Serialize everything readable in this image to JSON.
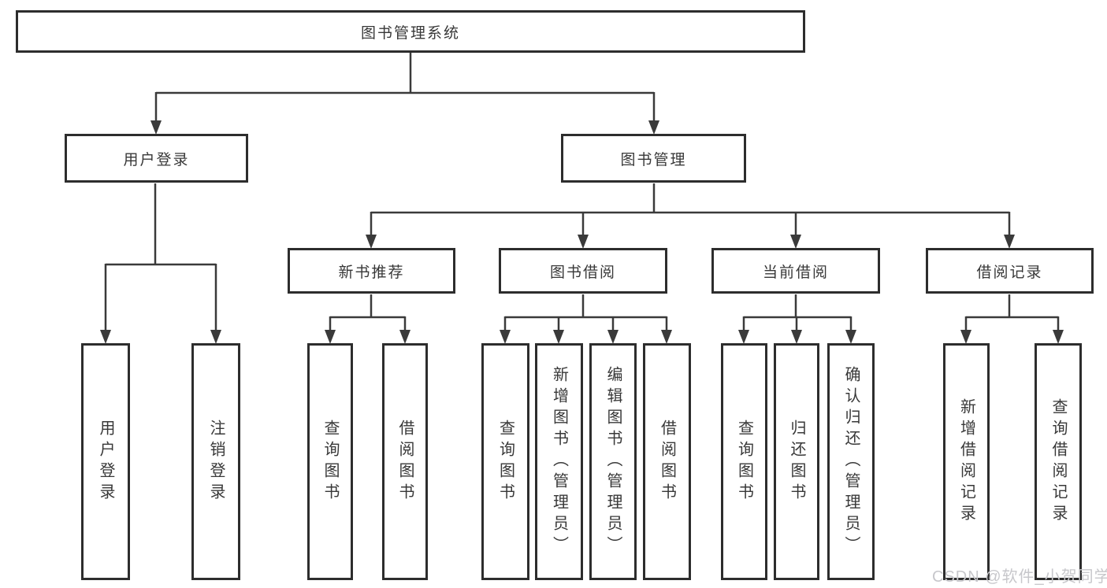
{
  "tree": {
    "root": {
      "label": "图书管理系统",
      "children": [
        {
          "label": "用户登录",
          "children": [
            {
              "label": "用户登录"
            },
            {
              "label": "注销登录"
            }
          ]
        },
        {
          "label": "图书管理",
          "children": [
            {
              "label": "新书推荐",
              "children": [
                {
                  "label": "查询图书"
                },
                {
                  "label": "借阅图书"
                }
              ]
            },
            {
              "label": "图书借阅",
              "children": [
                {
                  "label": "查询图书"
                },
                {
                  "label": "新增图书（管理员）"
                },
                {
                  "label": "编辑图书（管理员）"
                },
                {
                  "label": "借阅图书"
                }
              ]
            },
            {
              "label": "当前借阅",
              "children": [
                {
                  "label": "查询图书"
                },
                {
                  "label": "归还图书"
                },
                {
                  "label": "确认归还（管理员）"
                }
              ]
            },
            {
              "label": "借阅记录",
              "children": [
                {
                  "label": "新增借阅记录"
                },
                {
                  "label": "查询借阅记录"
                }
              ]
            }
          ]
        }
      ]
    }
  },
  "watermark": {
    "text": "CSDN @软件_小贺同学"
  },
  "colors": {
    "line": "#3a3a3a",
    "box_border": "#2d2d2d",
    "box_fill": "#ffffff",
    "text": "#383838",
    "watermark": "#c7c7cb",
    "background": "#ffffff"
  }
}
